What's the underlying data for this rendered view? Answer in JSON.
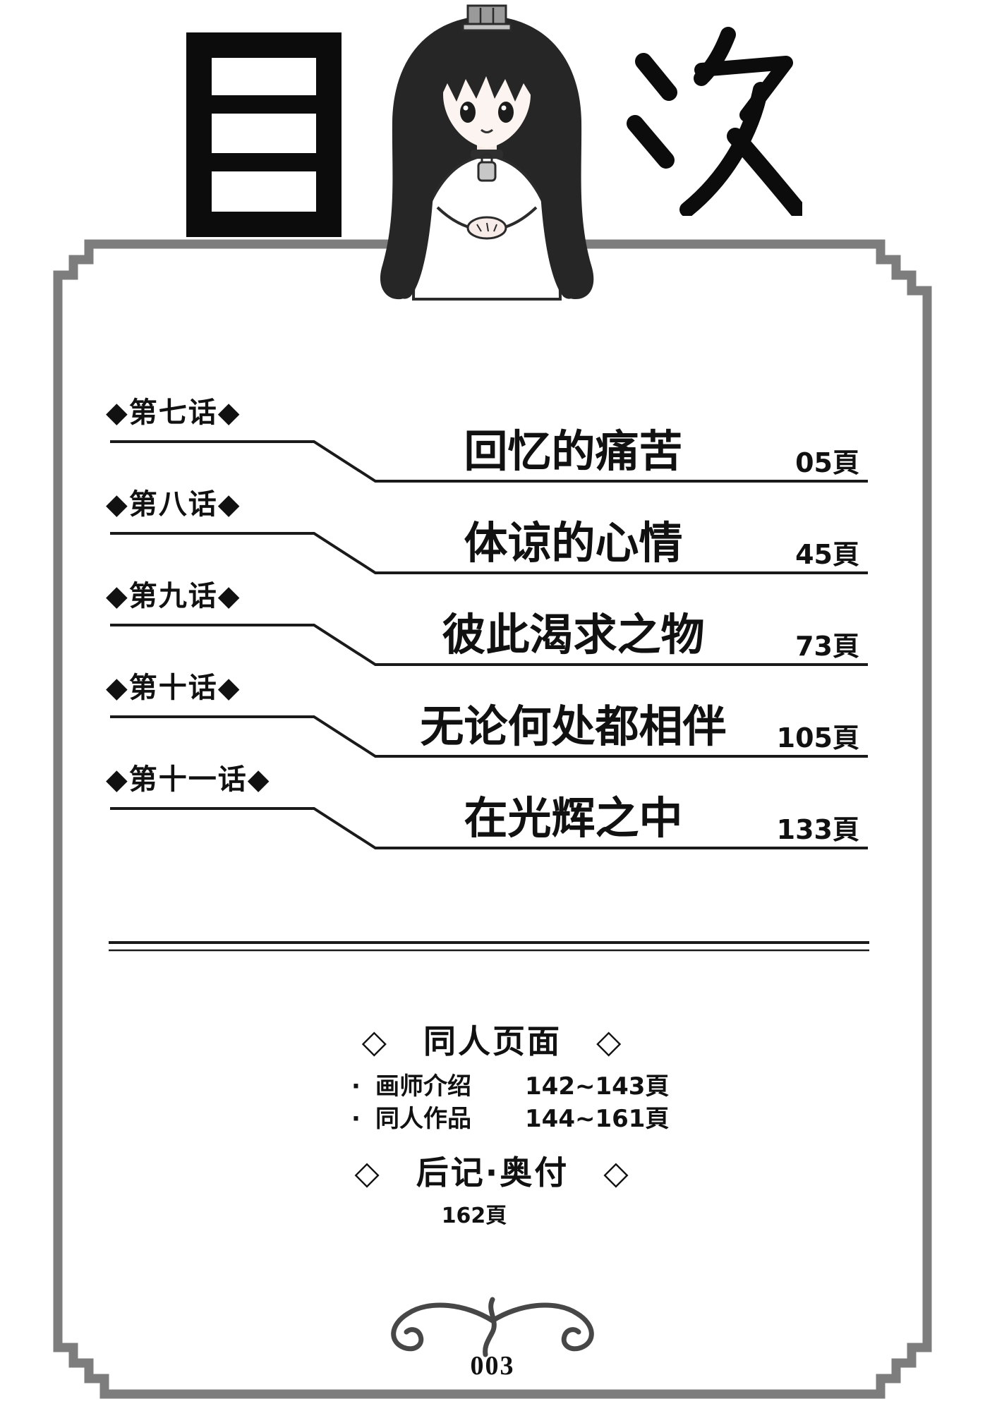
{
  "header": {
    "title": "目次"
  },
  "chapters": [
    {
      "label": "◆第七话◆",
      "title": "回忆的痛苦",
      "page": "05頁"
    },
    {
      "label": "◆第八话◆",
      "title": "体谅的心情",
      "page": "45頁"
    },
    {
      "label": "◆第九话◆",
      "title": "彼此渴求之物",
      "page": "73頁"
    },
    {
      "label": "◆第十话◆",
      "title": "无论何处都相伴",
      "page": "105頁"
    },
    {
      "label": "◆第十一话◆",
      "title": "在光辉之中",
      "page": "133頁"
    }
  ],
  "sections": {
    "doujin": {
      "heading": "◇　同人页面　◇",
      "items": [
        {
          "bullet": "·",
          "label": "画师介绍",
          "pages": "142~143頁"
        },
        {
          "bullet": "·",
          "label": "同人作品",
          "pages": "144~161頁"
        }
      ]
    },
    "afterword": {
      "heading": "◇　后记·奥付　◇",
      "page": "162頁"
    }
  },
  "footer": {
    "page_number": "003"
  },
  "colors": {
    "frame": "#7d7d7d",
    "ink": "#111111"
  }
}
